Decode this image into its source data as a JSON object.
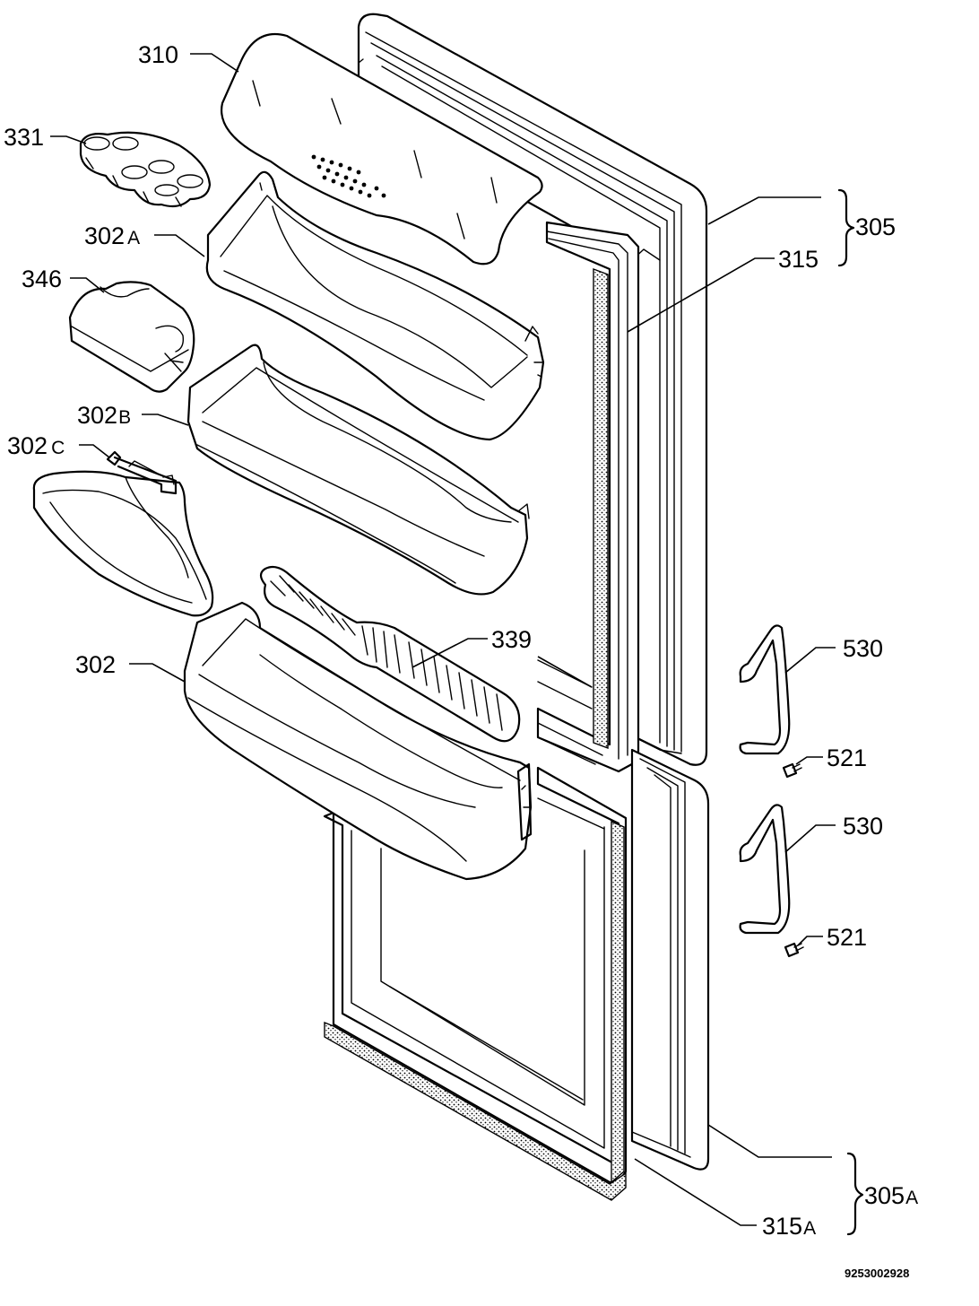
{
  "labels": {
    "p310": "310",
    "p331": "331",
    "p302a_num": "302",
    "p302a_suf": "A",
    "p346": "346",
    "p302b_num": "302",
    "p302b_suf": "B",
    "p302c_num": "302",
    "p302c_suf": "C",
    "p302": "302",
    "p339": "339",
    "p305": "305",
    "p315": "315",
    "p530_upper": "530",
    "p521_upper": "521",
    "p530_lower": "530",
    "p521_lower": "521",
    "p305a_num": "305",
    "p305a_suf": "A",
    "p315a_num": "315",
    "p315a_suf": "A"
  },
  "reference_number": "9253002928"
}
